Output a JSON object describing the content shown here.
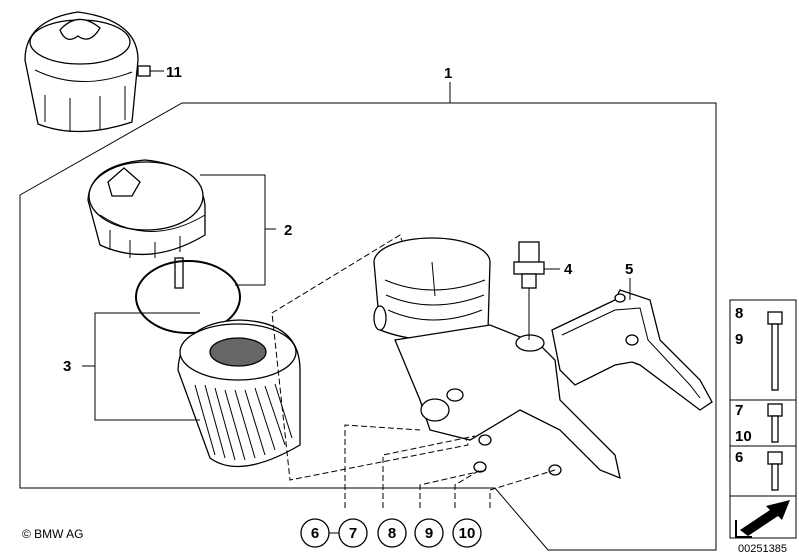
{
  "labels": {
    "p1": "1",
    "p2": "2",
    "p3": "3",
    "p4": "4",
    "p5": "5",
    "p11": "11"
  },
  "circled": [
    "6",
    "7",
    "8",
    "9",
    "10"
  ],
  "legend": {
    "row1a": "8",
    "row1b": "9",
    "row2a": "7",
    "row2b": "10",
    "row3": "6"
  },
  "copyright": "© BMW AG",
  "image_number": "00251385"
}
